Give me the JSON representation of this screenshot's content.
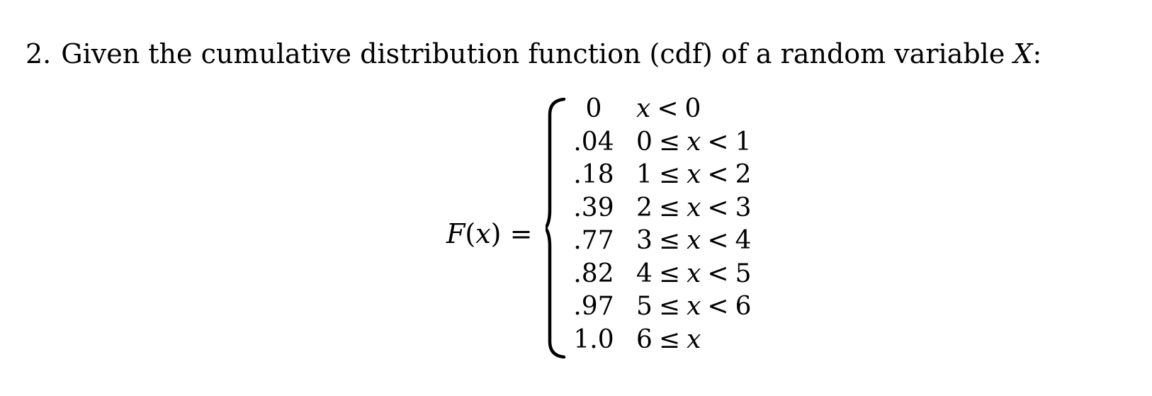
{
  "problem": {
    "number": "2.",
    "text": "Given the cumulative distribution function (cdf) of a random variable",
    "variable": "X",
    "punct": ":"
  },
  "cdf": {
    "lhs_function": "F",
    "lhs_open": "(",
    "lhs_arg": "x",
    "lhs_close": ")",
    "lhs_equals": "=",
    "cases": [
      {
        "value": "0",
        "lower": "",
        "lower_rel": "",
        "var": "x",
        "upper_rel": "<",
        "upper": "0"
      },
      {
        "value": ".04",
        "lower": "0",
        "lower_rel": "≤",
        "var": "x",
        "upper_rel": "<",
        "upper": "1"
      },
      {
        "value": ".18",
        "lower": "1",
        "lower_rel": "≤",
        "var": "x",
        "upper_rel": "<",
        "upper": "2"
      },
      {
        "value": ".39",
        "lower": "2",
        "lower_rel": "≤",
        "var": "x",
        "upper_rel": "<",
        "upper": "3"
      },
      {
        "value": ".77",
        "lower": "3",
        "lower_rel": "≤",
        "var": "x",
        "upper_rel": "<",
        "upper": "4"
      },
      {
        "value": ".82",
        "lower": "4",
        "lower_rel": "≤",
        "var": "x",
        "upper_rel": "<",
        "upper": "5"
      },
      {
        "value": ".97",
        "lower": "5",
        "lower_rel": "≤",
        "var": "x",
        "upper_rel": "<",
        "upper": "6"
      },
      {
        "value": "1.0",
        "lower": "6",
        "lower_rel": "≤",
        "var": "x",
        "upper_rel": "",
        "upper": ""
      }
    ]
  }
}
